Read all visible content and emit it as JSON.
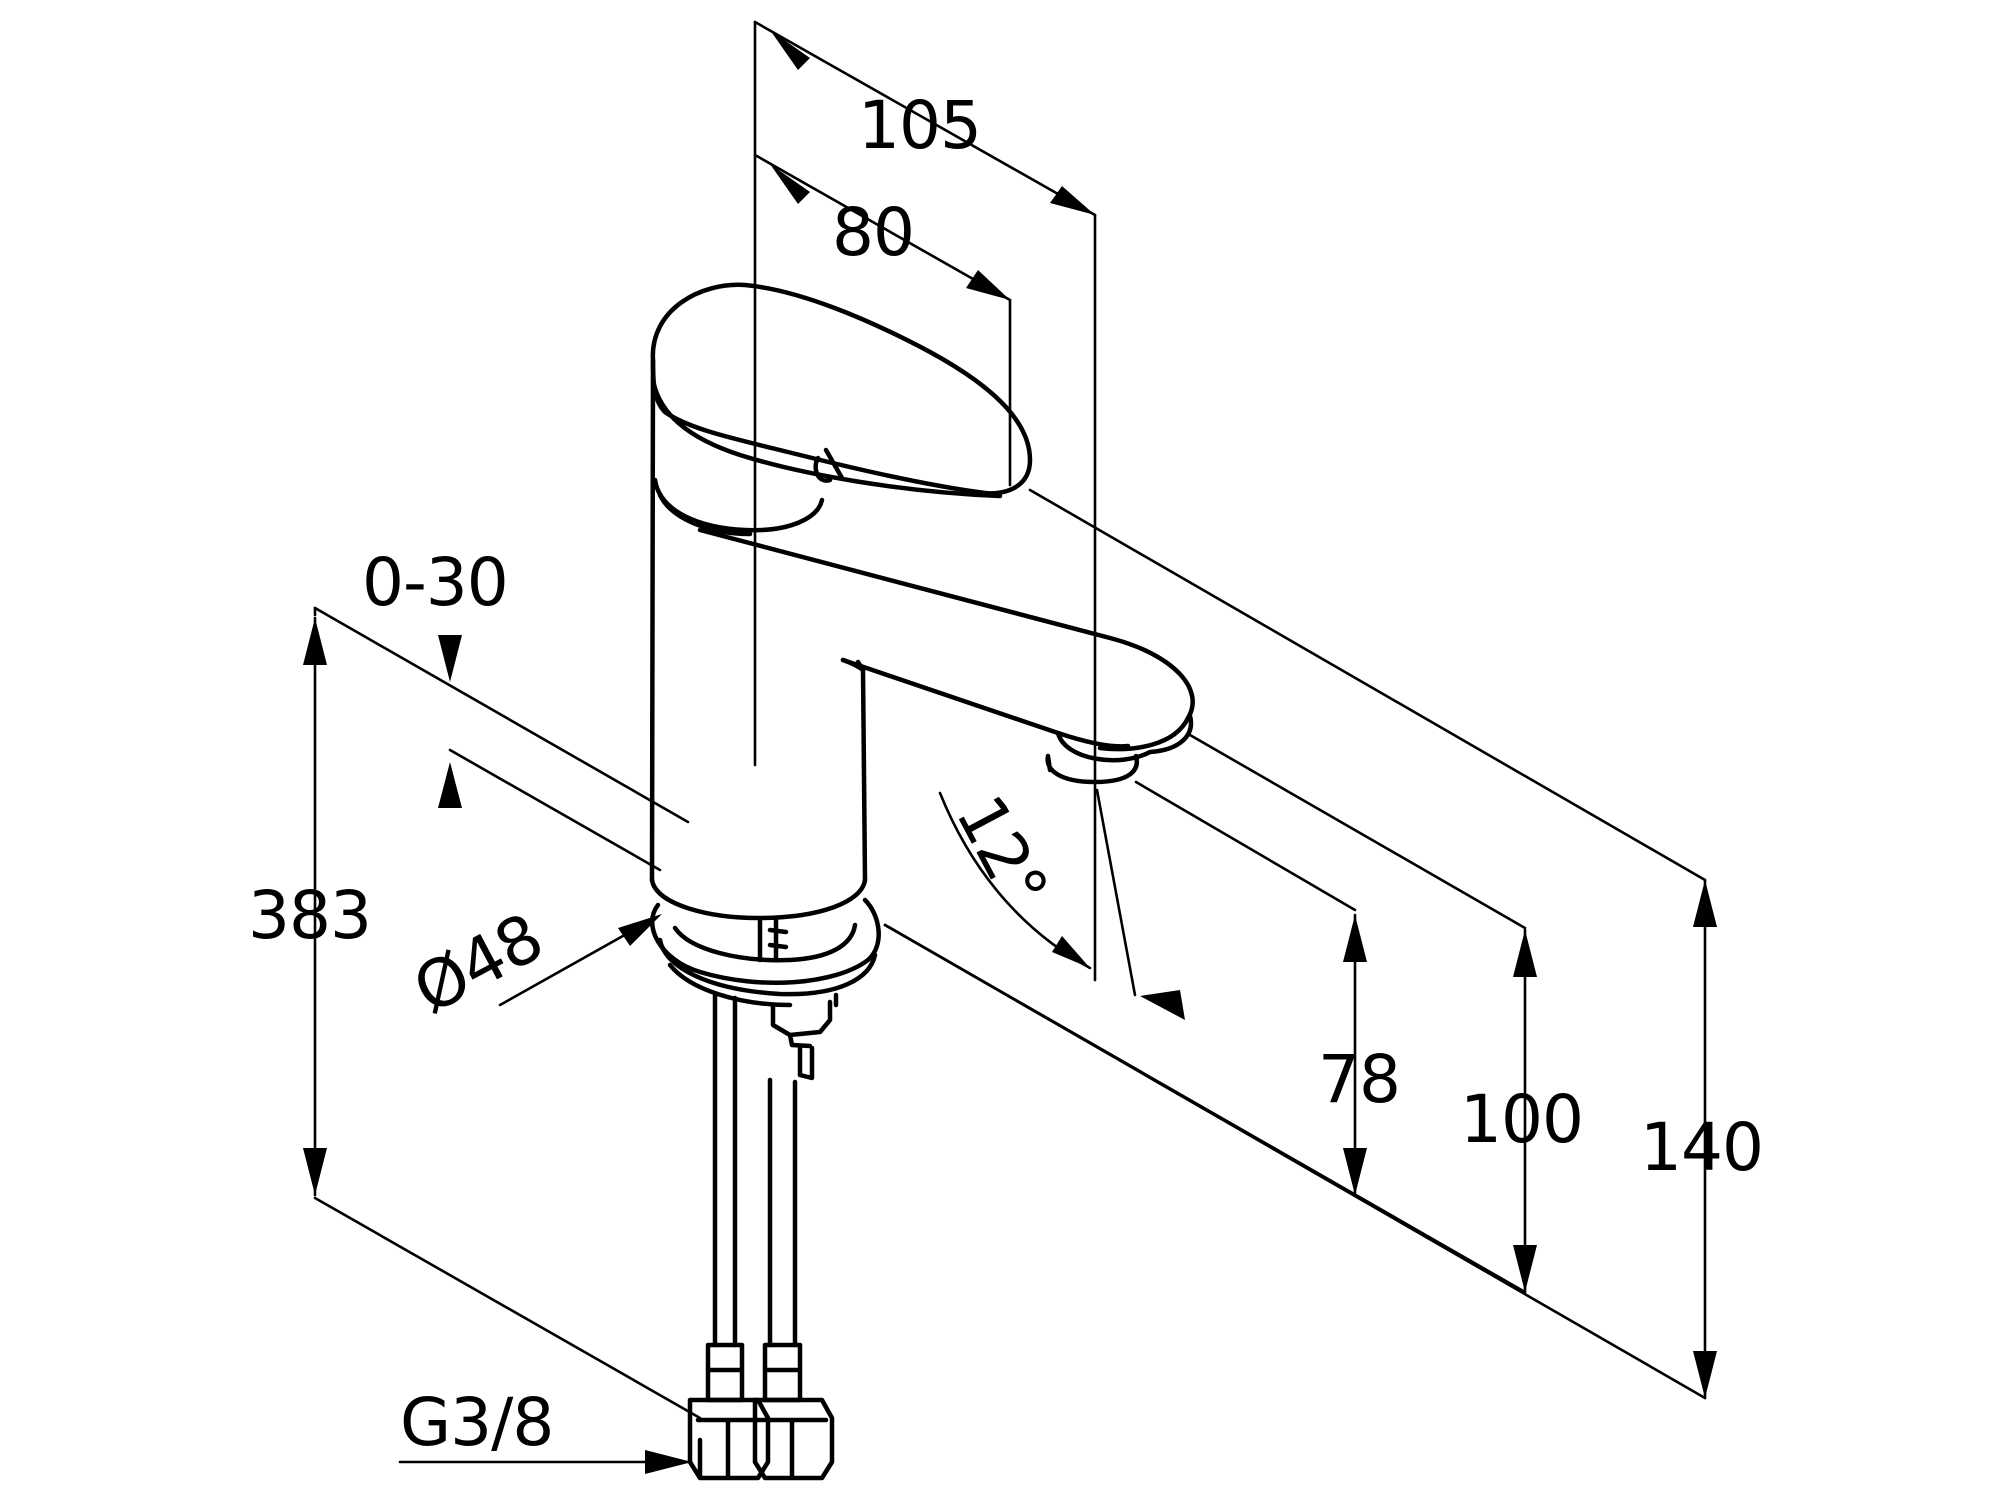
{
  "drawing": {
    "subject": "single-lever basin mixer dimension drawing",
    "colors": {
      "line": "#000000",
      "background": "#ffffff"
    }
  },
  "dimensions": {
    "reach_total": "105",
    "reach_lever": "80",
    "deck_thickness": "0-30",
    "hose_length": "383",
    "base_diameter": "Ø48",
    "spout_angle": "12°",
    "spout_outlet_height": "78",
    "spout_underside_height": "100",
    "total_height": "140",
    "connection_thread": "G3/8"
  }
}
